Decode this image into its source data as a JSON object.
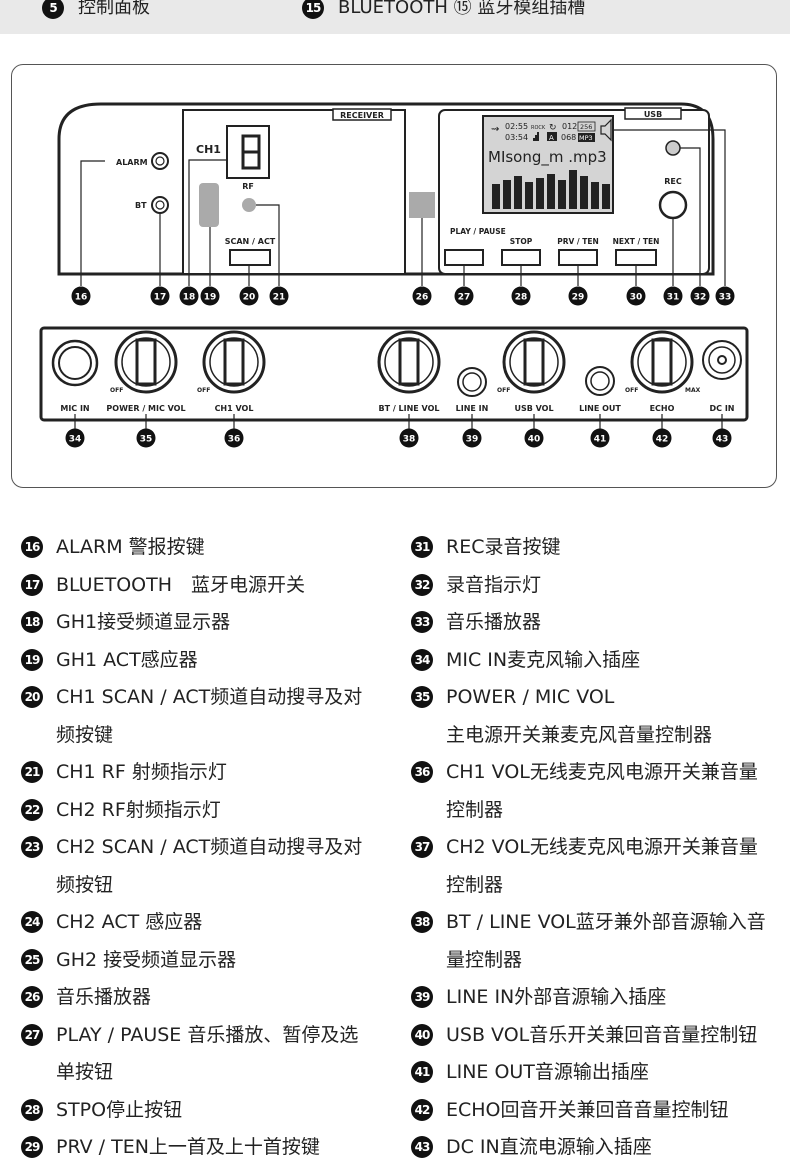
{
  "top": [
    {
      "num": "5",
      "text": "控制面板"
    },
    {
      "num": "15",
      "text": "BLUETOOTH ⑮ 蓝牙模组插槽"
    }
  ],
  "panel": {
    "receiver_label": "RECEIVER",
    "usb_label": "USB",
    "alarm": "ALARM",
    "bt": "BT",
    "ch1": "CH1",
    "rf": "RF",
    "scan_act": "SCAN / ACT",
    "lcd": {
      "time1": "02:55",
      "eq": "ROCK",
      "track": "012",
      "bitrate": "256",
      "time2": "03:54",
      "mode": "A",
      "total": "068",
      "format": "MP3",
      "song": "MIsong_m .mp3"
    },
    "rec": "REC",
    "buttons": [
      "PLAY / PAUSE",
      "STOP",
      "PRV / TEN",
      "NEXT / TEN"
    ],
    "labels_bottom": [
      "MIC IN",
      "POWER / MIC VOL",
      "CH1 VOL",
      "BT / LINE VOL",
      "LINE IN",
      "USB VOL",
      "LINE OUT",
      "ECHO",
      "DC IN"
    ],
    "off": "OFF",
    "max": "MAX",
    "callouts_top": [
      "16",
      "17",
      "18",
      "19",
      "20",
      "21",
      "26",
      "27",
      "28",
      "29",
      "30",
      "31",
      "32",
      "33"
    ],
    "callouts_bottom": [
      "34",
      "35",
      "36",
      "38",
      "39",
      "40",
      "41",
      "42",
      "43"
    ]
  },
  "legend_left": [
    {
      "num": "16",
      "lines": [
        "ALARM 警报按键"
      ]
    },
    {
      "num": "17",
      "lines": [
        "BLUETOOTH　蓝牙电源开关"
      ]
    },
    {
      "num": "18",
      "lines": [
        "GH1接受频道显示器"
      ]
    },
    {
      "num": "19",
      "lines": [
        "GH1 ACT感应器"
      ]
    },
    {
      "num": "20",
      "lines": [
        "CH1 SCAN  /  ACT频道自动搜寻及对",
        "频按键"
      ]
    },
    {
      "num": "21",
      "lines": [
        "CH1 RF 射频指示灯"
      ]
    },
    {
      "num": "22",
      "lines": [
        "CH2 RF射频指示灯"
      ]
    },
    {
      "num": "23",
      "lines": [
        "CH2 SCAN  /  ACT频道自动搜寻及对",
        "频按钮"
      ]
    },
    {
      "num": "24",
      "lines": [
        "CH2 ACT 感应器"
      ]
    },
    {
      "num": "25",
      "lines": [
        "GH2 接受频道显示器"
      ]
    },
    {
      "num": "26",
      "lines": [
        "音乐播放器"
      ]
    },
    {
      "num": "27",
      "lines": [
        "PLAY / PAUSE 音乐播放、暂停及选",
        "单按钮"
      ]
    },
    {
      "num": "28",
      "lines": [
        "STPO停止按钮"
      ]
    },
    {
      "num": "29",
      "lines": [
        "PRV / TEN上一首及上十首按键"
      ]
    }
  ],
  "legend_right": [
    {
      "num": "31",
      "lines": [
        "REC录音按键"
      ]
    },
    {
      "num": "32",
      "lines": [
        "录音指示灯"
      ]
    },
    {
      "num": "33",
      "lines": [
        "音乐播放器"
      ]
    },
    {
      "num": "34",
      "lines": [
        "MIC IN麦克风输入插座"
      ]
    },
    {
      "num": "35",
      "lines": [
        "POWER / MIC VOL",
        "主电源开关兼麦克风音量控制器"
      ]
    },
    {
      "num": "36",
      "lines": [
        "CH1 VOL无线麦克风电源开关兼音量",
        "控制器"
      ]
    },
    {
      "num": "37",
      "lines": [
        "CH2 VOL无线麦克风电源开关兼音量",
        "控制器"
      ]
    },
    {
      "num": "38",
      "lines": [
        "BT / LINE VOL蓝牙兼外部音源输入音",
        "量控制器"
      ]
    },
    {
      "num": "39",
      "lines": [
        "LINE IN外部音源输入插座"
      ]
    },
    {
      "num": "40",
      "lines": [
        "USB VOL音乐开关兼回音音量控制钮"
      ]
    },
    {
      "num": "41",
      "lines": [
        "LINE OUT音源输出插座"
      ]
    },
    {
      "num": "42",
      "lines": [
        "ECHO回音开关兼回音音量控制钮"
      ]
    },
    {
      "num": "43",
      "lines": [
        "DC IN直流电源输入插座"
      ]
    }
  ]
}
